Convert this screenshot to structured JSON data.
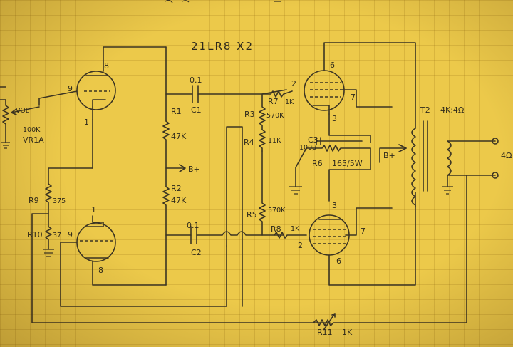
{
  "title": "21LR8 X2",
  "labels": {
    "vol": "VOL",
    "vr_value": "100K",
    "vr_name": "VR1A",
    "r1_name": "R1",
    "r1_val": "47K",
    "r2_name": "R2",
    "r2_val": "47K",
    "bplus1": "B+",
    "bplus2": "B+",
    "c1_val": "0.1",
    "c1_name": "C1",
    "c2_val": "0.1",
    "c2_name": "C2",
    "r3_name": "R3",
    "r3_val": "570K",
    "r4_name": "R4",
    "r4_val": "11K",
    "r5_name": "R5",
    "r5_val": "570K",
    "r6_name": "R6",
    "r6_val": "165/5W",
    "c3_name": "C3",
    "c3_val": "100μ",
    "r7_name": "R7",
    "r7_val": "1K",
    "r8_name": "R8",
    "r8_val": "1K",
    "r9_name": "R9",
    "r9_val": "375",
    "r10_name": "R10",
    "r10_val": "37",
    "r11_name": "R11",
    "r11_val": "1K",
    "t2_name": "T2",
    "t2_val": "4K:4Ω",
    "out": "4Ω",
    "pin_v1_top_plate": "8",
    "pin_v1_top_grid": "9",
    "pin_v1_top_cath": "1",
    "pin_v1_bot_cath": "1",
    "pin_v1_bot_grid": "9",
    "pin_v1_bot_plate": "8",
    "pin_v2_top_cath": "6",
    "pin_v2_top_grid": "2",
    "pin_v2_top_plate": "7",
    "pin_v2_top_k": "3",
    "pin_v3_bot_k": "3",
    "pin_v3_bot_grid": "2",
    "pin_v3_bot_plate": "7",
    "pin_v3_bot_cath": "6"
  }
}
